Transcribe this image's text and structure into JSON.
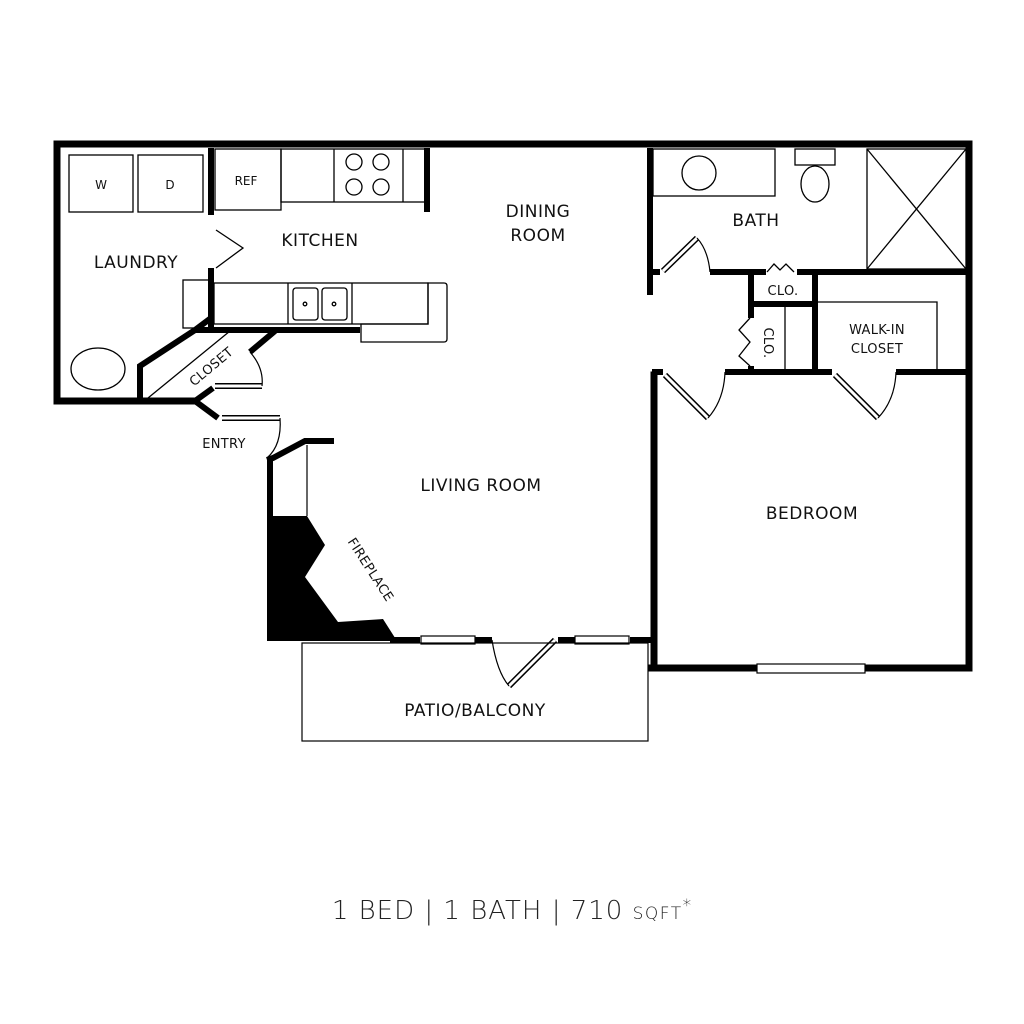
{
  "floorplan": {
    "rooms": {
      "laundry": "LAUNDRY",
      "kitchen": "KITCHEN",
      "dining_line1": "DINING",
      "dining_line2": "ROOM",
      "bath": "BATH",
      "closet_small_1": "CLO.",
      "closet_small_2": "CLO.",
      "walkin_line1": "WALK-IN",
      "walkin_line2": "CLOSET",
      "closet": "CLOSET",
      "entry": "ENTRY",
      "living_room": "LIVING ROOM",
      "fireplace": "FIREPLACE",
      "bedroom": "BEDROOM",
      "patio": "PATIO/BALCONY"
    },
    "appliances": {
      "washer": "W",
      "dryer": "D",
      "refrigerator": "REF"
    }
  },
  "summary": {
    "beds": "1 BED",
    "separator1": "|",
    "baths": "1 BATH",
    "separator2": "|",
    "area": "710",
    "unit": "SQFT",
    "footnote_marker": "*"
  }
}
